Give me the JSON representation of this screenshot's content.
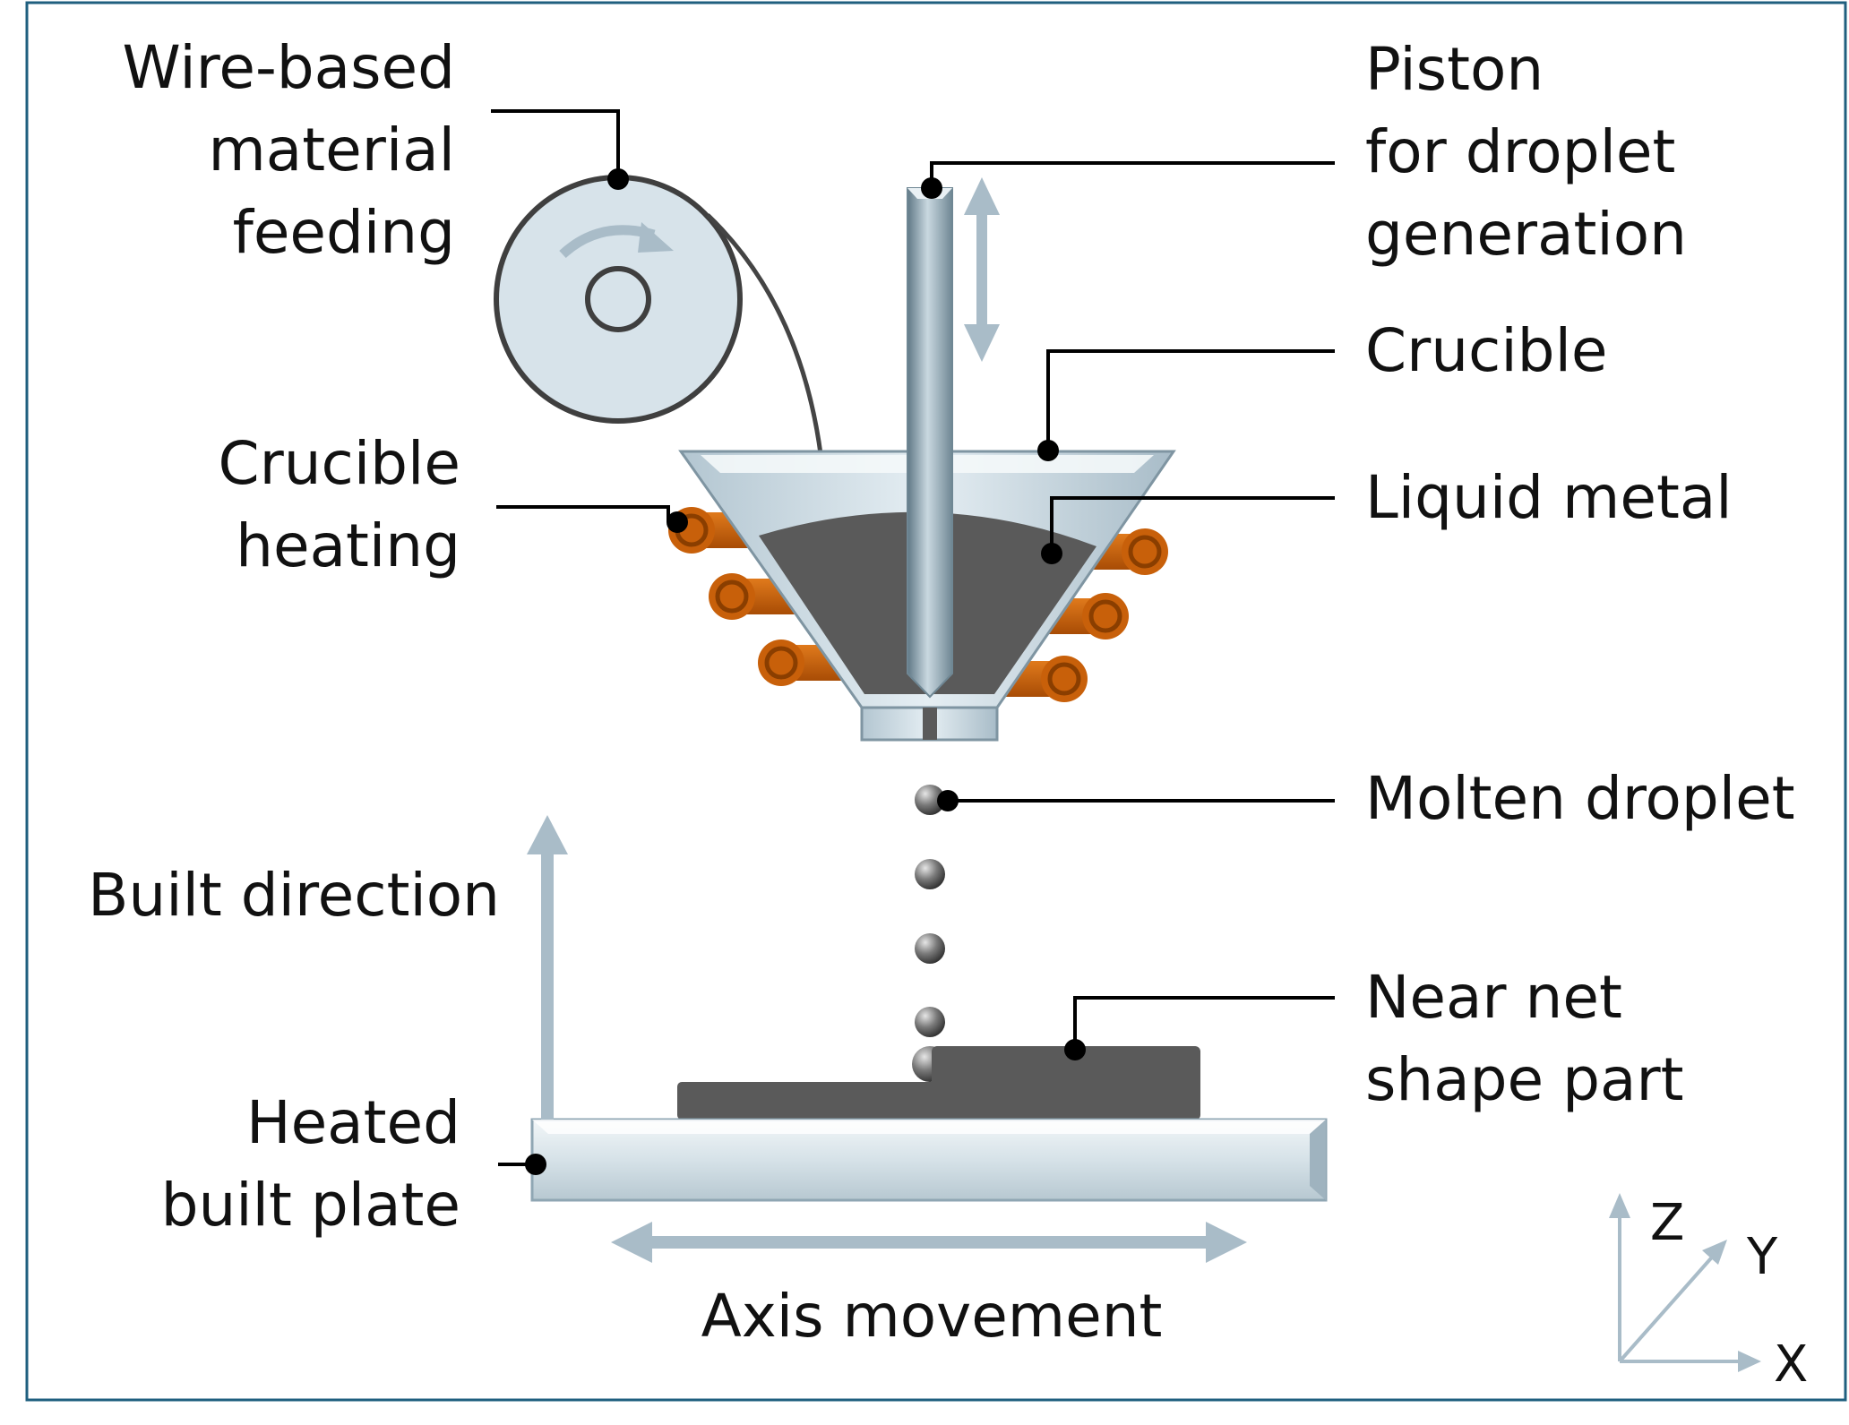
{
  "labels": {
    "wire_feeding": [
      "Wire-based",
      "material",
      "feeding"
    ],
    "crucible_heating": [
      "Crucible",
      "heating"
    ],
    "built_direction": "Built direction",
    "heated_plate": [
      "Heated",
      "built plate"
    ],
    "axis_movement": "Axis movement",
    "piston": [
      "Piston",
      "for droplet",
      "generation"
    ],
    "crucible": "Crucible",
    "liquid_metal": "Liquid metal",
    "molten_droplet": "Molten droplet",
    "near_net": [
      "Near net",
      "shape part"
    ]
  },
  "axes": {
    "z": "Z",
    "y": "Y",
    "x": "X"
  },
  "colors": {
    "frame": "#1f5f7f",
    "arrow": "#a9bcc8",
    "metal_dark": "#5a5a5a",
    "coil_orange": "#c8600a",
    "glass_light": "#d7e3ea",
    "steel": "#8fa6b3"
  }
}
